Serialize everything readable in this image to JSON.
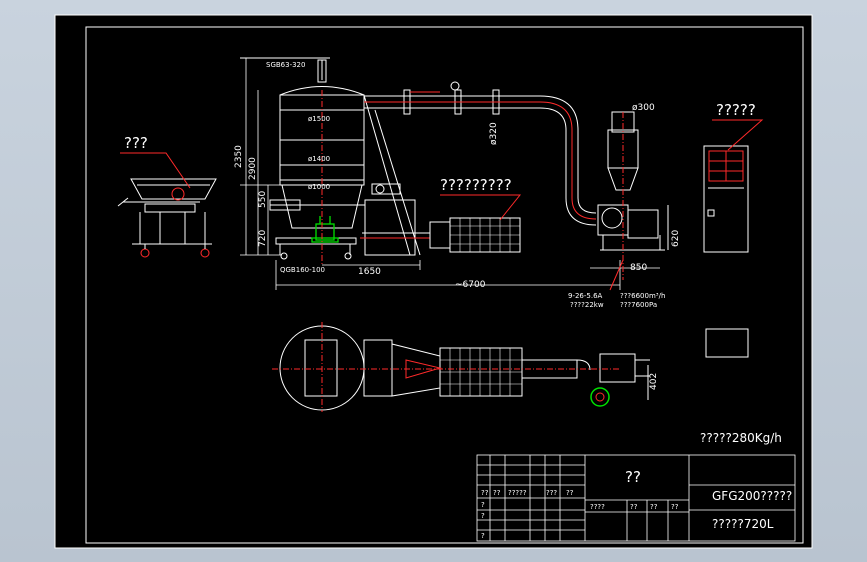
{
  "colors": {
    "background": "#000000",
    "frame": "#ffffff",
    "leader": "#ff2a2a",
    "flow": "#ff2a2a",
    "motor": "#00e000"
  },
  "drawing": {
    "labels": {
      "dust_collector_model": "SGB63-320",
      "dia_1500": "ø1500",
      "dia_1400": "ø1400",
      "dia_1000": "ø1000",
      "dia_320": "ø320",
      "dia_300": "ø300",
      "valve_model": "QGB160-100",
      "dim_2350": "2350",
      "dim_2900": "2900",
      "dim_550": "550",
      "dim_720": "720",
      "dim_1650": "1650",
      "dim_6700": "~6700",
      "dim_850": "850",
      "dim_620": "620",
      "dim_402": "402",
      "fan_model": "9-26-5.6A",
      "fan_power": "????22kw",
      "fan_airflow": "???6600m³/h",
      "fan_pressure": "???7600Pa",
      "callout_feeder": "???",
      "callout_heater": "?????????",
      "callout_cabinet": "?????",
      "capacity": "?????280Kg/h"
    },
    "title_block": {
      "title": "??",
      "model": "GFG200?????",
      "volume": "?????720L",
      "revision_headers": [
        "??",
        "??",
        "?????",
        "???",
        "??"
      ],
      "sign_headers": [
        "????",
        "??",
        "??",
        "??"
      ],
      "side_marks": [
        "?",
        "?",
        "?"
      ]
    }
  }
}
